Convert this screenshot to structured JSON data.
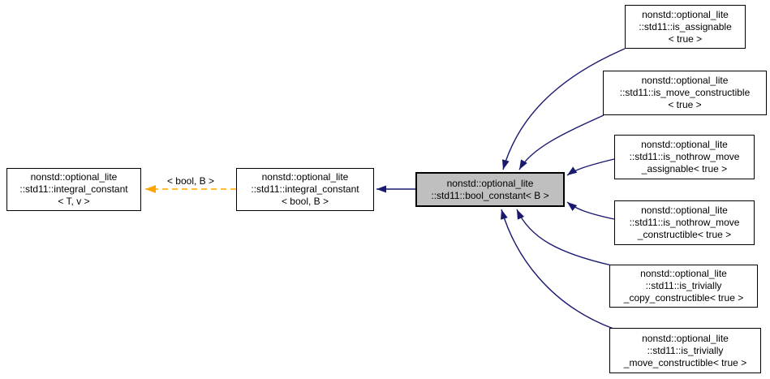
{
  "diagram": {
    "kind": "class-inheritance-graph",
    "colors": {
      "inheritance": "#191970",
      "template_relation": "#ffa500",
      "node_border": "#000000",
      "node_fill": "#ffffff",
      "highlight_fill": "#bfbfbf",
      "background": "#ffffff"
    },
    "nodes": [
      {
        "id": "integral_constant_T_v",
        "label": "nonstd::optional_lite\n::std11::integral_constant\n< T, v >",
        "highlighted": false
      },
      {
        "id": "integral_constant_bool_B",
        "label": "nonstd::optional_lite\n::std11::integral_constant\n< bool, B >",
        "highlighted": false
      },
      {
        "id": "bool_constant_B",
        "label": "nonstd::optional_lite\n::std11::bool_constant< B >",
        "highlighted": true
      },
      {
        "id": "is_assignable_true",
        "label": "nonstd::optional_lite\n::std11::is_assignable\n< true >",
        "highlighted": false
      },
      {
        "id": "is_move_constructible_true",
        "label": "nonstd::optional_lite\n::std11::is_move_constructible\n< true >",
        "highlighted": false
      },
      {
        "id": "is_nothrow_move_assignable_true",
        "label": "nonstd::optional_lite\n::std11::is_nothrow_move\n_assignable< true >",
        "highlighted": false
      },
      {
        "id": "is_nothrow_move_constructible_true",
        "label": "nonstd::optional_lite\n::std11::is_nothrow_move\n_constructible< true >",
        "highlighted": false
      },
      {
        "id": "is_trivially_copy_constructible_true",
        "label": "nonstd::optional_lite\n::std11::is_trivially\n_copy_constructible< true >",
        "highlighted": false
      },
      {
        "id": "is_trivially_move_constructible_true",
        "label": "nonstd::optional_lite\n::std11::is_trivially\n_move_constructible< true >",
        "highlighted": false
      }
    ],
    "edges": [
      {
        "kind": "template-instantiation",
        "style": "dashed",
        "from": "integral_constant_bool_B",
        "to": "integral_constant_T_v",
        "label": "< bool, B >"
      },
      {
        "kind": "inheritance",
        "style": "solid",
        "from": "bool_constant_B",
        "to": "integral_constant_bool_B"
      },
      {
        "kind": "inheritance",
        "style": "solid",
        "from": "is_assignable_true",
        "to": "bool_constant_B"
      },
      {
        "kind": "inheritance",
        "style": "solid",
        "from": "is_move_constructible_true",
        "to": "bool_constant_B"
      },
      {
        "kind": "inheritance",
        "style": "solid",
        "from": "is_nothrow_move_assignable_true",
        "to": "bool_constant_B"
      },
      {
        "kind": "inheritance",
        "style": "solid",
        "from": "is_nothrow_move_constructible_true",
        "to": "bool_constant_B"
      },
      {
        "kind": "inheritance",
        "style": "solid",
        "from": "is_trivially_copy_constructible_true",
        "to": "bool_constant_B"
      },
      {
        "kind": "inheritance",
        "style": "solid",
        "from": "is_trivially_move_constructible_true",
        "to": "bool_constant_B"
      }
    ]
  }
}
